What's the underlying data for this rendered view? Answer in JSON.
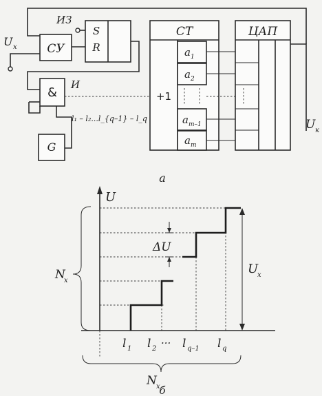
{
  "diagram_a": {
    "input_label": "U",
    "input_sub": "x",
    "comparator_label": "СУ",
    "reset_label": "ИЗ",
    "flipflop_s": "S",
    "flipflop_r": "R",
    "and_label": "&",
    "gate_output_label": "И",
    "generator_label": "G",
    "pulse_sequence": "l₁ – l₂...l_{q–1} – l_q",
    "counter_label": "СТ",
    "counter_input": "+1",
    "counter_bits": [
      {
        "main": "a",
        "sub": "1"
      },
      {
        "main": "a",
        "sub": "2"
      },
      {
        "main": "a",
        "sub": "m–1"
      },
      {
        "main": "a",
        "sub": "m"
      }
    ],
    "dac_label": "ЦАП",
    "output_label": "U",
    "output_sub": "к",
    "caption": "а"
  },
  "diagram_b": {
    "y_axis_label": "U",
    "delta_label": "ΔU",
    "level_label": "U",
    "level_sub": "x",
    "left_brace_label": "N",
    "left_brace_sub": "x",
    "bottom_brace_label": "N",
    "bottom_brace_sub": "x",
    "x_ticks": [
      {
        "main": "l",
        "sub": "1"
      },
      {
        "main": "l",
        "sub": "2"
      },
      {
        "main": "···",
        "sub": ""
      },
      {
        "main": "l",
        "sub": "q–1"
      },
      {
        "main": "l",
        "sub": "q"
      }
    ],
    "caption": "б"
  }
}
